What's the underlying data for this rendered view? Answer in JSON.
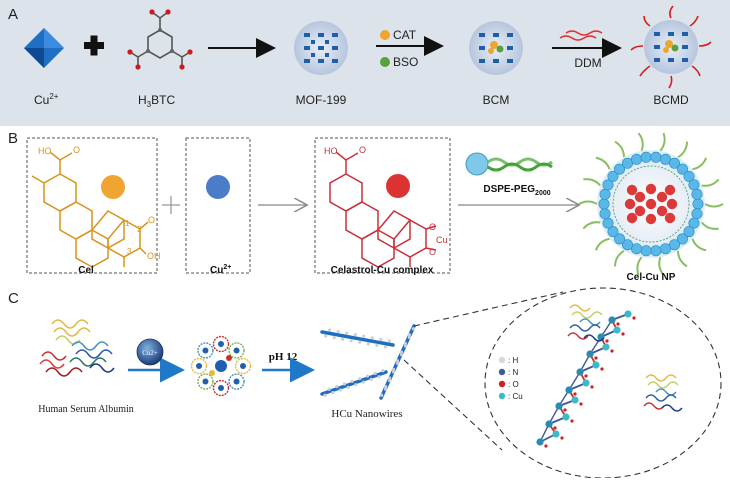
{
  "panel_a": {
    "label": "A",
    "cu": "Cu",
    "cu_charge": "2+",
    "btc_h": "H",
    "btc_sub": "3",
    "btc_rest": "BTC",
    "mof": "MOF-199",
    "cat": "CAT",
    "bso": "BSO",
    "bcm": "BCM",
    "ddm": "DDM",
    "bcmd": "BCMD"
  },
  "panel_b": {
    "label": "B",
    "cel": "Cel",
    "cu": "Cu",
    "cu_charge": "2+",
    "complex": "Celastrol-Cu complex",
    "dspe": "DSPE-PEG",
    "dspe_sub": "2000",
    "np": "Cel-Cu NP",
    "atom_ho": "HO",
    "atom_o": "O",
    "atom_oh": "OH",
    "atom_cu": "Cu",
    "num_1": "1",
    "num_2": "2",
    "num_3": "3"
  },
  "panel_c": {
    "label": "C",
    "hsa": "Human Serum Albumin",
    "cu_badge": "Cu2+",
    "ph": "pH 12",
    "nanowires": "HCu Nanowires",
    "legend": [
      {
        "symbol": "H",
        "text": ": H",
        "color": "#d8d8d8"
      },
      {
        "symbol": "N",
        "text": ": N",
        "color": "#3a5a9a"
      },
      {
        "symbol": "O",
        "text": ": O",
        "color": "#d02020"
      },
      {
        "symbol": "Cu",
        "text": ": Cu",
        "color": "#3fb8c8"
      }
    ]
  },
  "colors": {
    "orange": "#f0a530",
    "blue": "#4a7cc8",
    "red": "#dc3232",
    "mof_blue": "#1e5fa8",
    "cel_line": "#d9941e",
    "complex_line": "#c8303a"
  }
}
